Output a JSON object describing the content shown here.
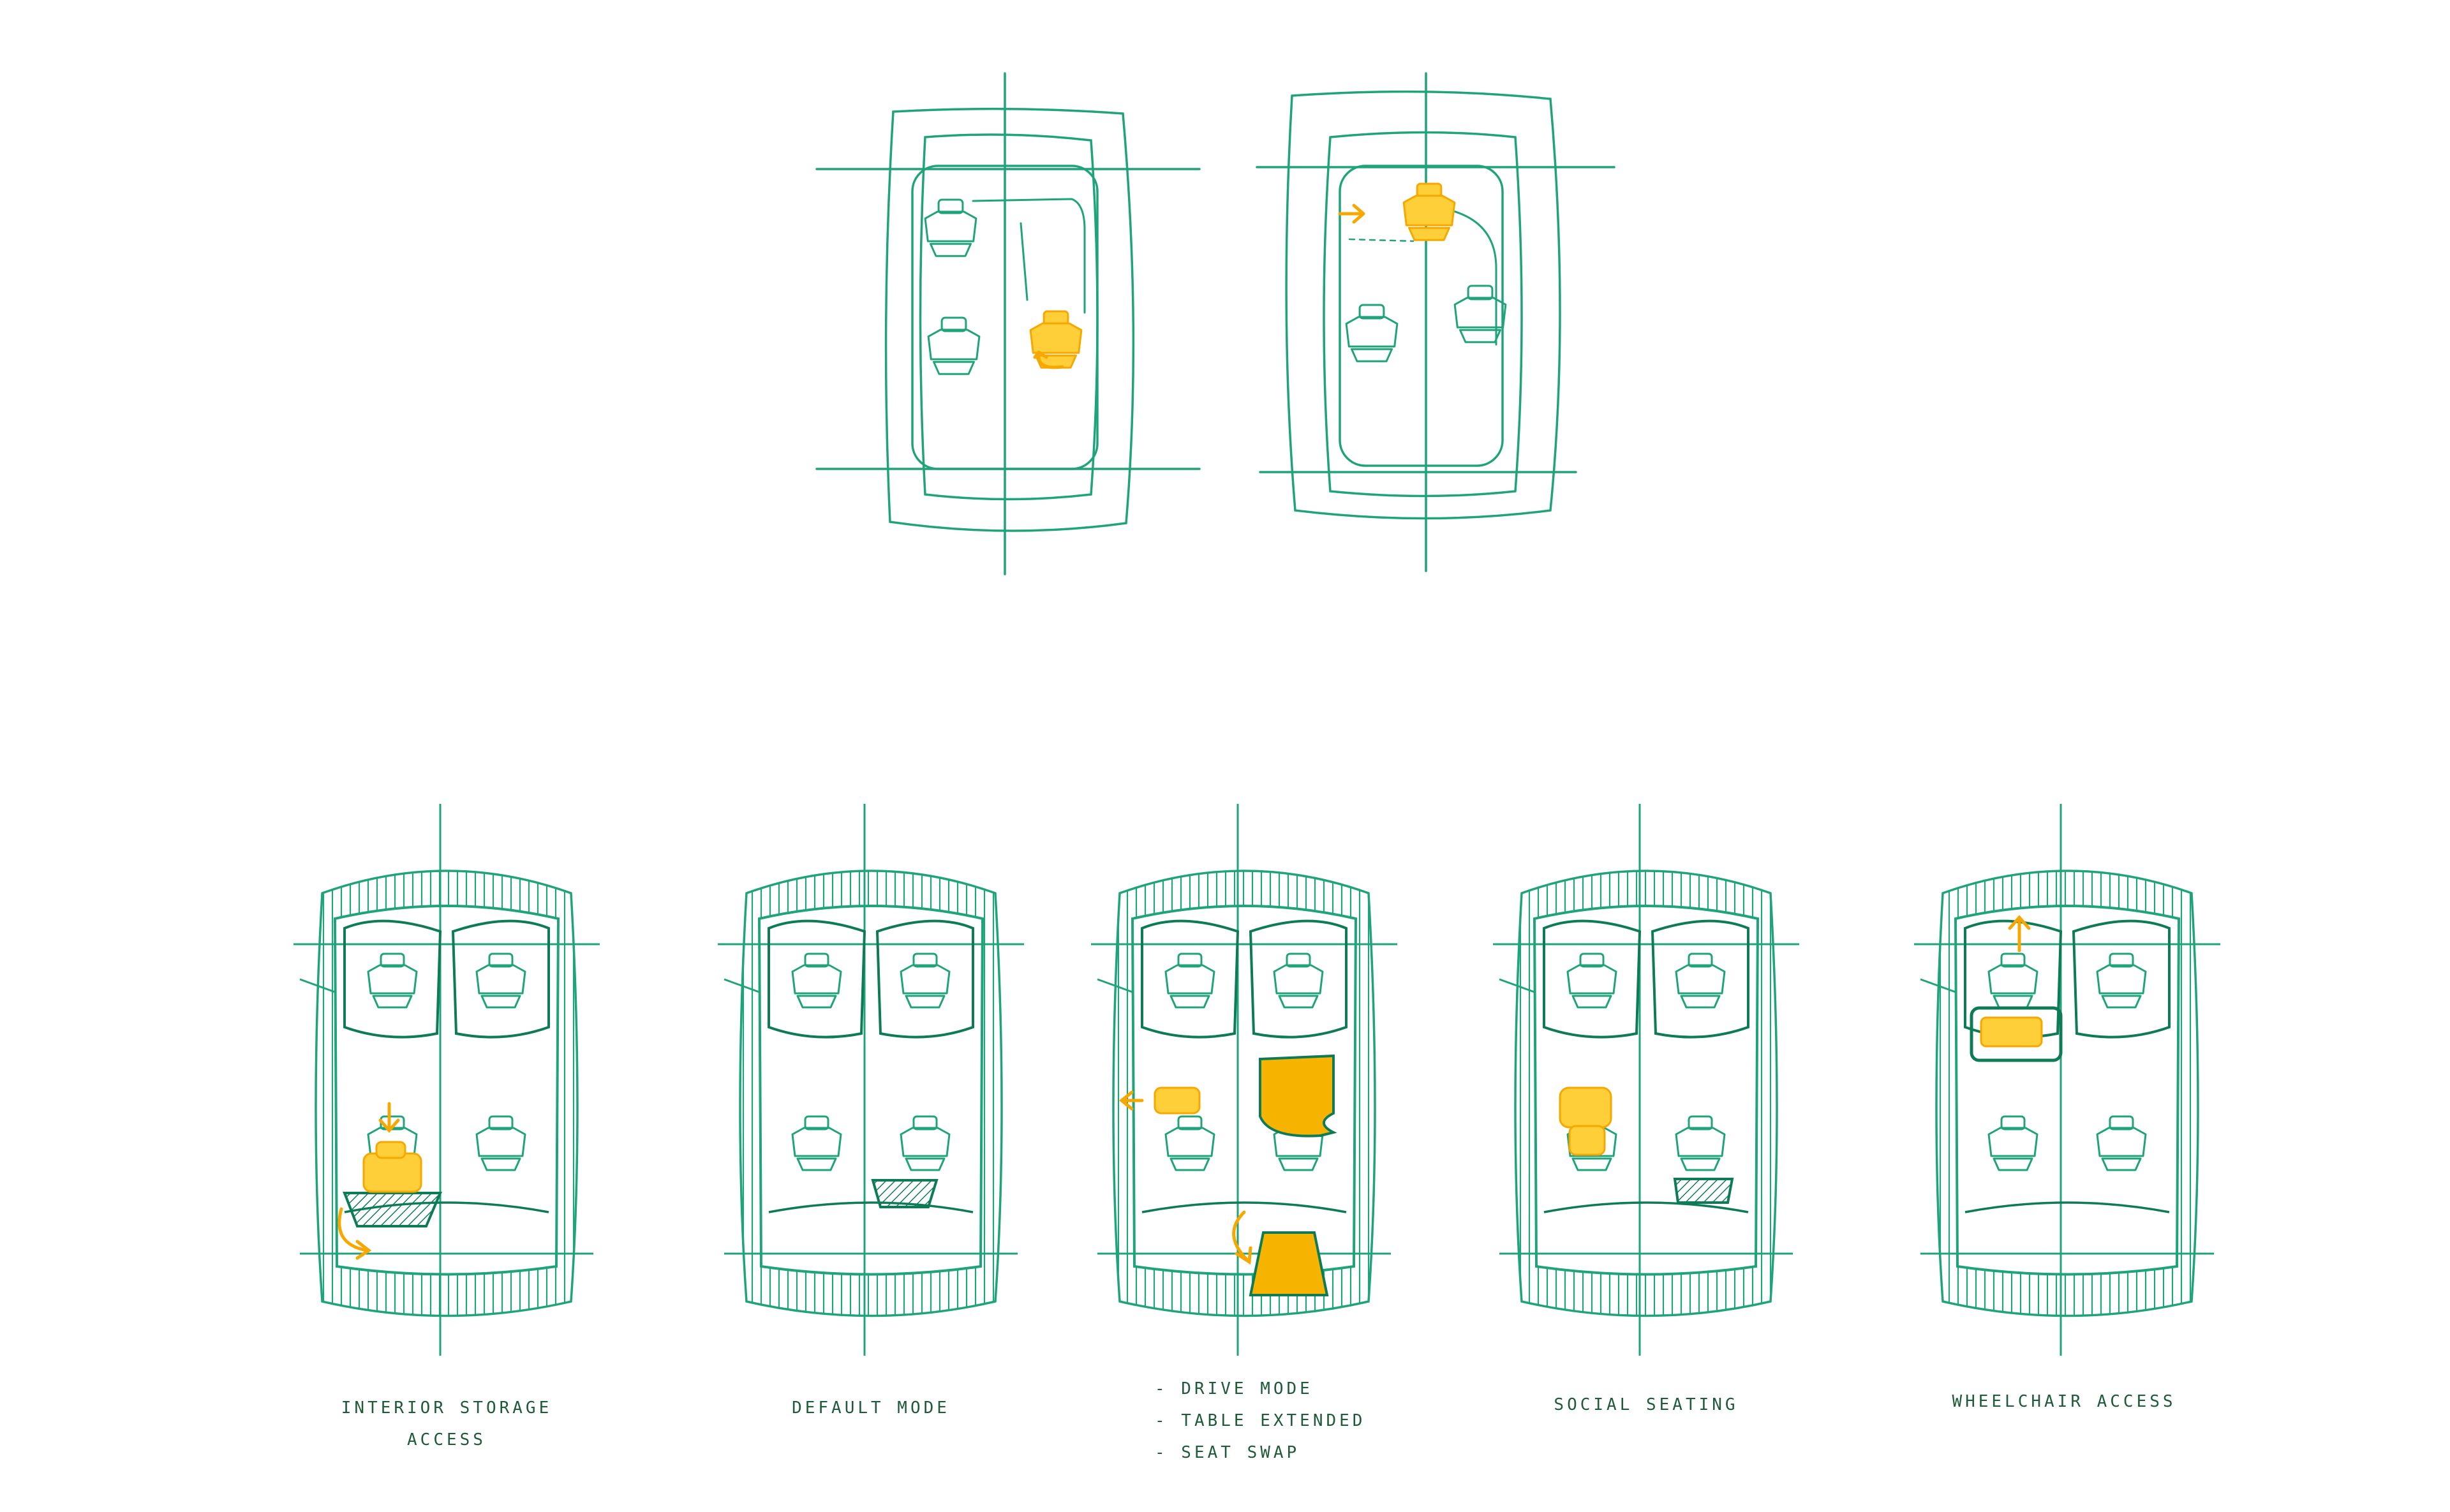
{
  "colors": {
    "ink": "#1fa37a",
    "ink_dark": "#0e7b57",
    "highlight": "#f6a800",
    "highlight_light": "#ffcf3a",
    "caption": "#1f5a3a",
    "paper": "#ffffff"
  },
  "sketches": {
    "top_left": {
      "seats": [
        {
          "highlighted": false
        },
        {
          "highlighted": false
        },
        {
          "highlighted": true
        }
      ]
    },
    "top_right": {
      "seats": [
        {
          "highlighted": true
        },
        {
          "highlighted": false
        },
        {
          "highlighted": false
        }
      ]
    }
  },
  "captions": {
    "interior_storage": [
      "INTERIOR STORAGE",
      "ACCESS"
    ],
    "default_mode": [
      "DEFAULT MODE"
    ],
    "drive_mode": [
      "- DRIVE MODE",
      "- TABLE EXTENDED",
      "- SEAT SWAP"
    ],
    "social_seating": [
      "SOCIAL SEATING"
    ],
    "wheelchair_access": [
      "WHEELCHAIR ACCESS"
    ]
  }
}
